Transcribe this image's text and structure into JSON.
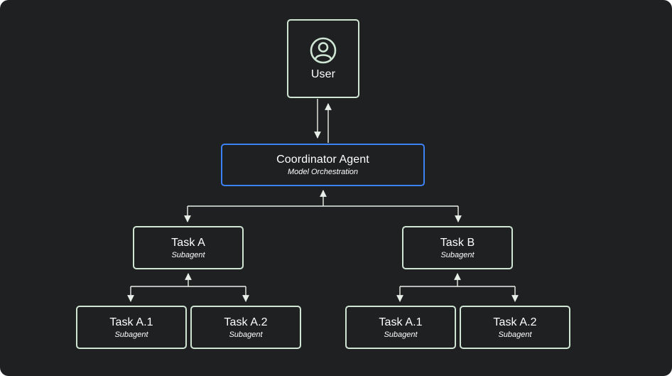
{
  "user": {
    "label": "User",
    "icon": "user-avatar-icon"
  },
  "coordinator": {
    "label": "Coordinator Agent",
    "sub": "Model Orchestration"
  },
  "task_a": {
    "label": "Task A",
    "sub": "Subagent"
  },
  "task_b": {
    "label": "Task B",
    "sub": "Subagent"
  },
  "task_a_children": [
    {
      "label": "Task A.1",
      "sub": "Subagent"
    },
    {
      "label": "Task A.2",
      "sub": "Subagent"
    }
  ],
  "task_b_children": [
    {
      "label": "Task A.1",
      "sub": "Subagent"
    },
    {
      "label": "Task A.2",
      "sub": "Subagent"
    }
  ],
  "colors": {
    "background": "#1f2021",
    "node_border": "#cfe6d4",
    "coordinator_border": "#3b82f6",
    "text": "#ffffff"
  }
}
